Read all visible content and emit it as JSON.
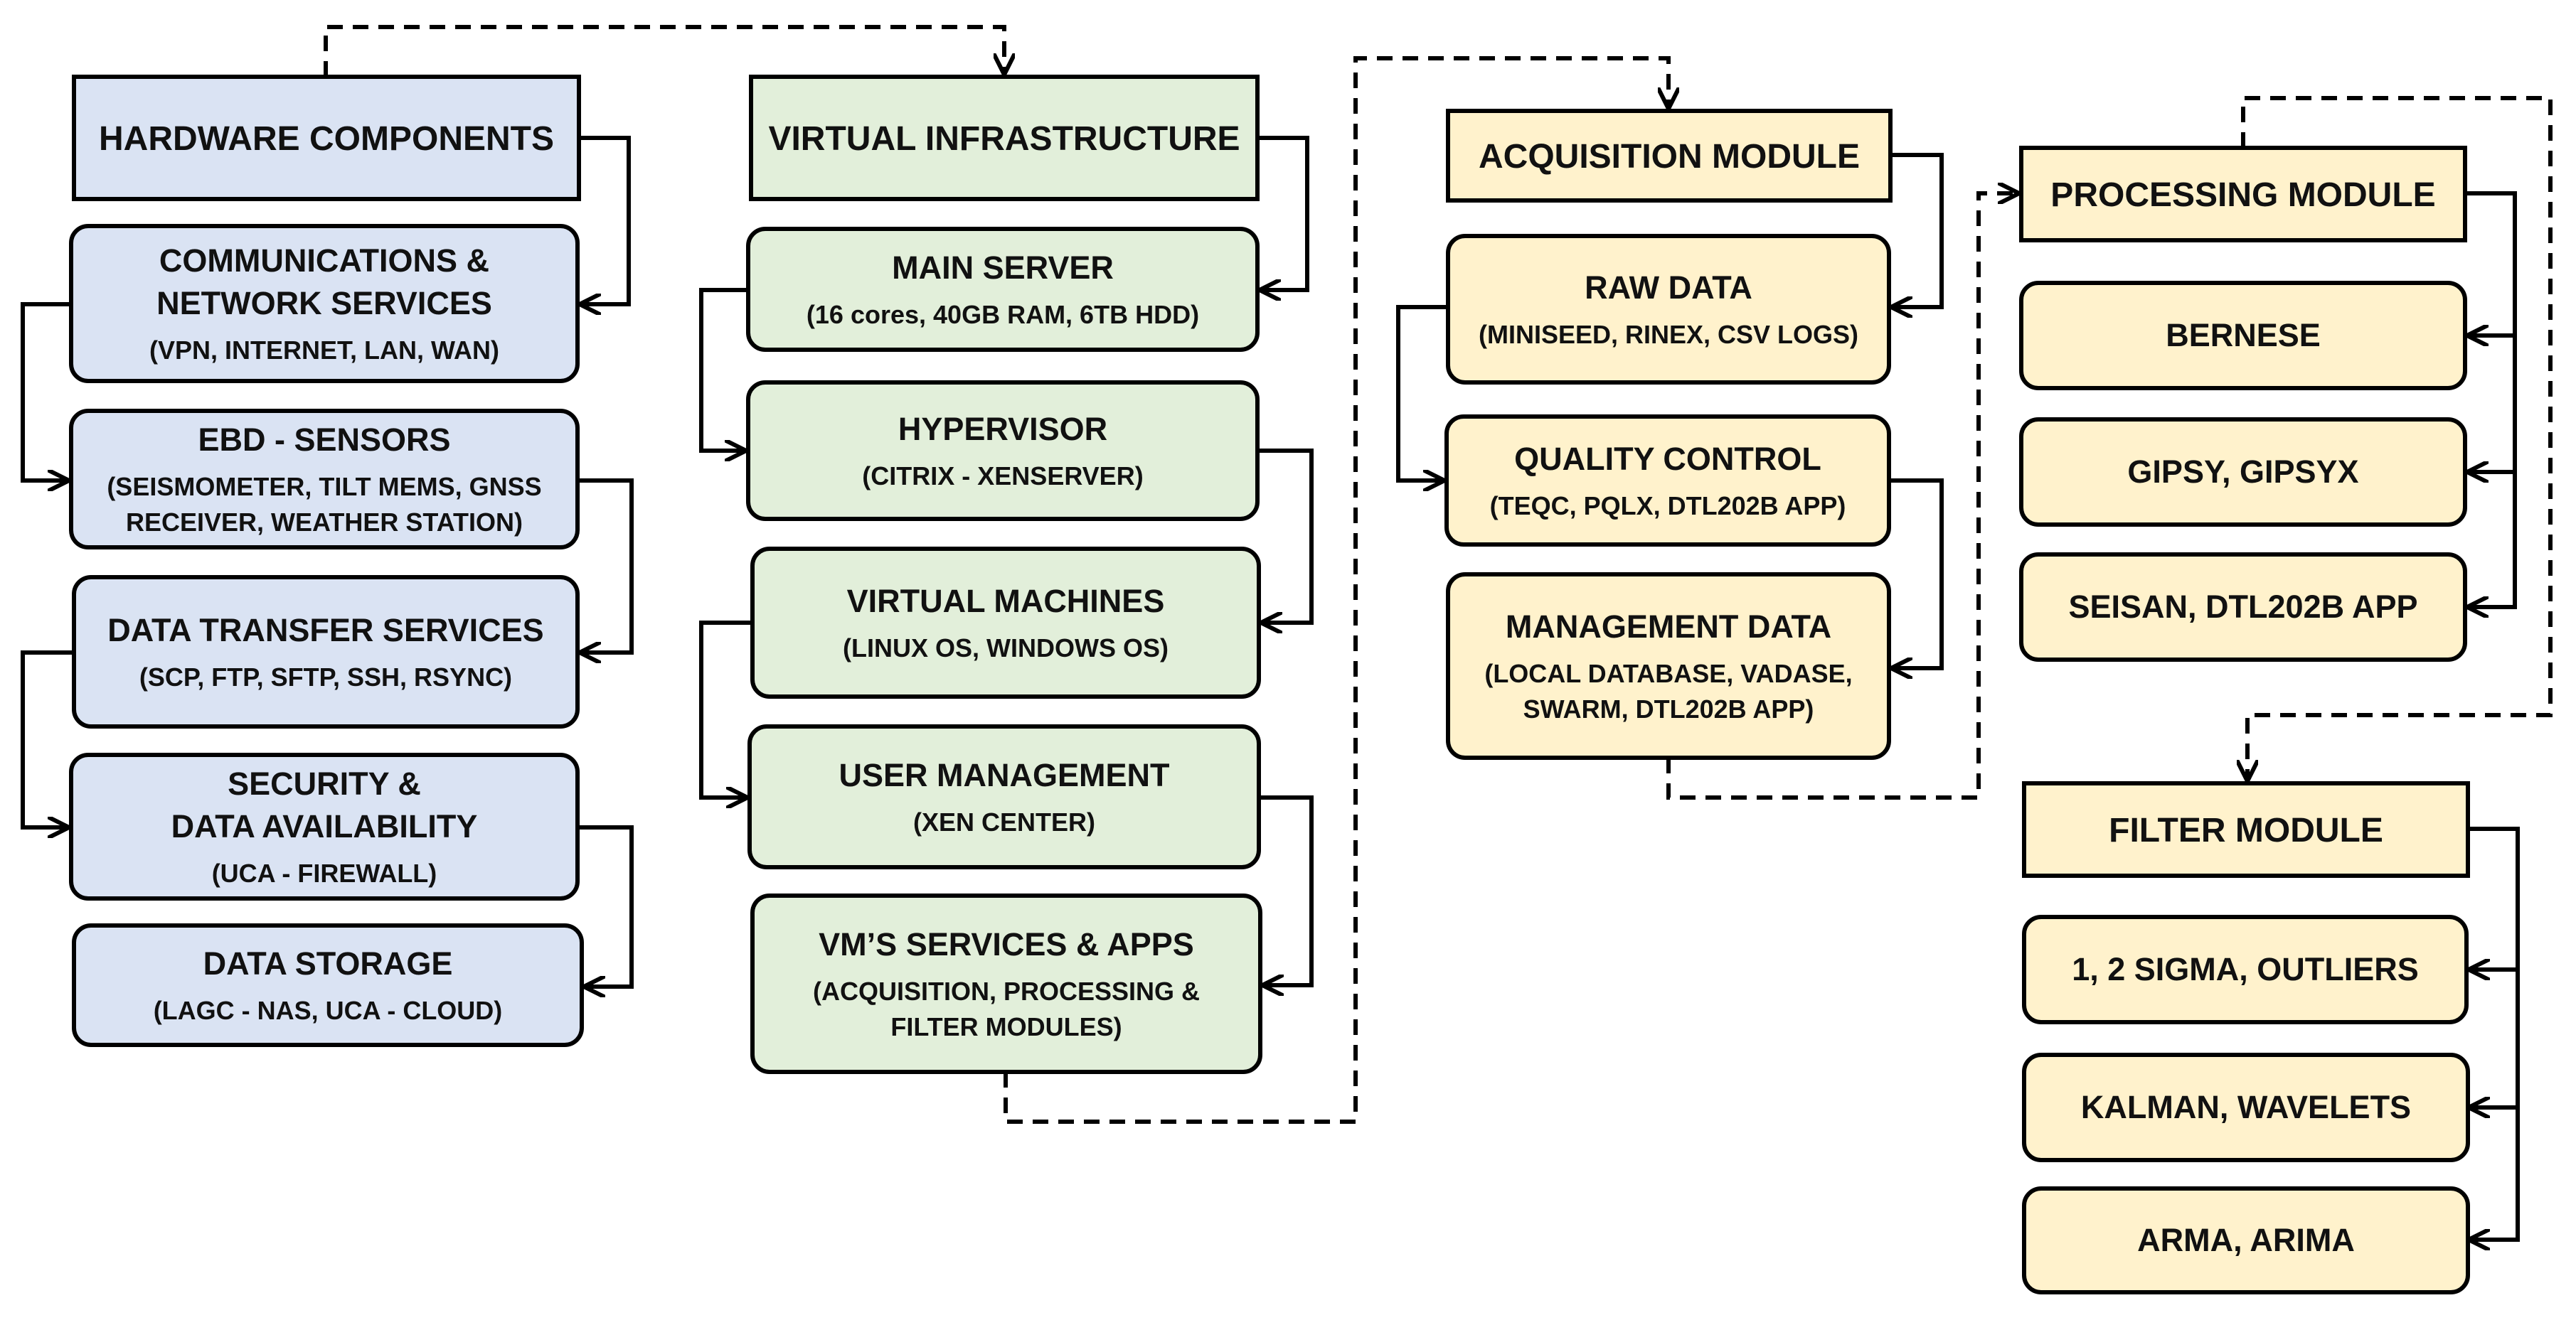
{
  "colors": {
    "hardware": "#dae3f3",
    "virtual": "#e2efda",
    "modules": "#fff2cc",
    "text": "#111111",
    "stroke": "#000000"
  },
  "columns": {
    "hardware": {
      "header": "HARDWARE COMPONENTS",
      "items": [
        {
          "title": [
            "COMMUNICATIONS &",
            "NETWORK SERVICES"
          ],
          "subtitle": [
            "(VPN, INTERNET, LAN, WAN)"
          ]
        },
        {
          "title": [
            "EBD - SENSORS"
          ],
          "subtitle": [
            "(SEISMOMETER, TILT MEMS, GNSS",
            "RECEIVER, WEATHER STATION)"
          ]
        },
        {
          "title": [
            "DATA TRANSFER SERVICES"
          ],
          "subtitle": [
            "(SCP, FTP, SFTP, SSH, RSYNC)"
          ]
        },
        {
          "title": [
            "SECURITY &",
            "DATA AVAILABILITY"
          ],
          "subtitle": [
            "(UCA - FIREWALL)"
          ]
        },
        {
          "title": [
            "DATA STORAGE"
          ],
          "subtitle": [
            "(LAGC - NAS, UCA - CLOUD)"
          ]
        }
      ]
    },
    "virtual": {
      "header": "VIRTUAL INFRASTRUCTURE",
      "items": [
        {
          "title": [
            "MAIN SERVER"
          ],
          "subtitle": [
            "(16 cores, 40GB RAM, 6TB HDD)"
          ]
        },
        {
          "title": [
            "HYPERVISOR"
          ],
          "subtitle": [
            "(CITRIX - XENSERVER)"
          ]
        },
        {
          "title": [
            "VIRTUAL MACHINES"
          ],
          "subtitle": [
            "(LINUX OS, WINDOWS OS)"
          ]
        },
        {
          "title": [
            "USER MANAGEMENT"
          ],
          "subtitle": [
            "(XEN CENTER)"
          ]
        },
        {
          "title": [
            "VM’S SERVICES & APPS"
          ],
          "subtitle": [
            "(ACQUISITION, PROCESSING &",
            "FILTER MODULES)"
          ]
        }
      ]
    },
    "acquisition": {
      "header": "ACQUISITION MODULE",
      "items": [
        {
          "title": [
            "RAW DATA"
          ],
          "subtitle": [
            "(MINISEED, RINEX, CSV LOGS)"
          ]
        },
        {
          "title": [
            "QUALITY CONTROL"
          ],
          "subtitle": [
            "(TEQC, PQLX, DTL202B APP)"
          ]
        },
        {
          "title": [
            "MANAGEMENT DATA"
          ],
          "subtitle": [
            "(LOCAL DATABASE, VADASE,",
            "SWARM, DTL202B APP)"
          ]
        }
      ]
    },
    "processing": {
      "header": "PROCESSING MODULE",
      "items": [
        {
          "title": [
            "BERNESE"
          ],
          "subtitle": []
        },
        {
          "title": [
            "GIPSY, GIPSYX"
          ],
          "subtitle": []
        },
        {
          "title": [
            "SEISAN, DTL202B APP"
          ],
          "subtitle": []
        }
      ]
    },
    "filter": {
      "header": "FILTER MODULE",
      "items": [
        {
          "title": [
            "1, 2 SIGMA, OUTLIERS"
          ],
          "subtitle": []
        },
        {
          "title": [
            "KALMAN, WAVELETS"
          ],
          "subtitle": []
        },
        {
          "title": [
            "ARMA, ARIMA"
          ],
          "subtitle": []
        }
      ]
    }
  }
}
